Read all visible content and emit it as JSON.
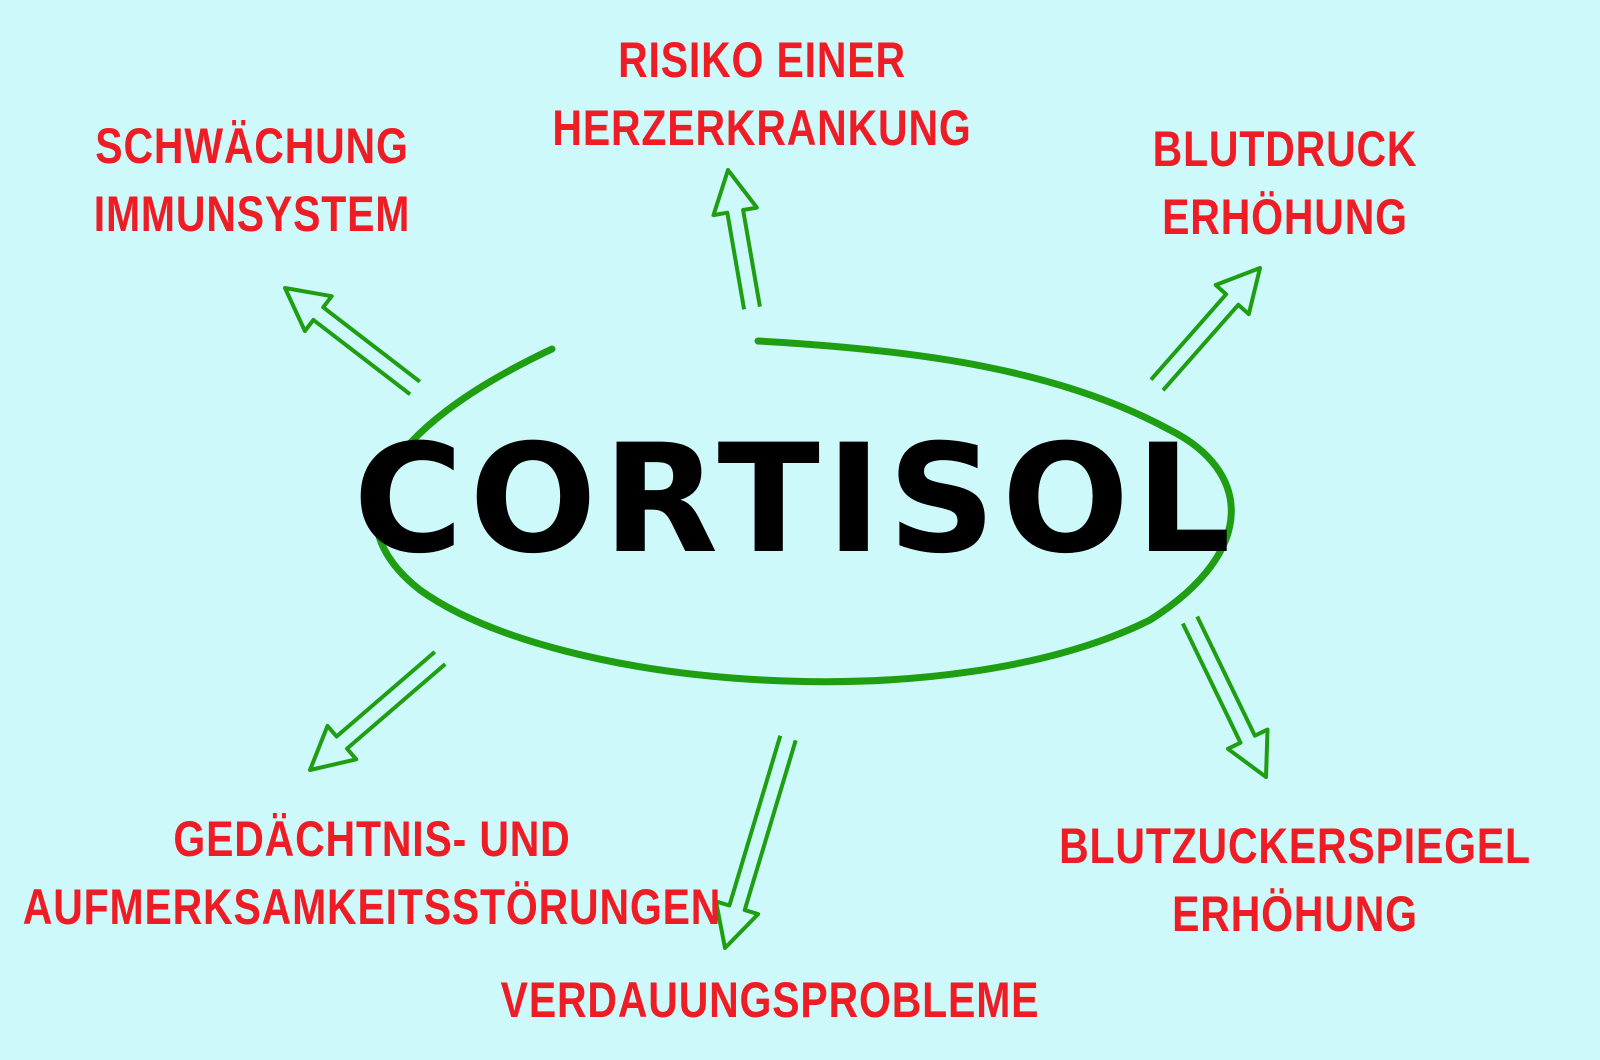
{
  "center_label": "CORTISOL",
  "effects": [
    {
      "lines": [
        "SCHWÄCHUNG",
        "IMMUNSYSTEM"
      ]
    },
    {
      "lines": [
        "RISIKO EINER",
        "HERZERKRANKUNG"
      ]
    },
    {
      "lines": [
        "BLUTDRUCK",
        "ERHÖHUNG"
      ]
    },
    {
      "lines": [
        "GEDÄCHTNIS- UND",
        "AUFMERKSAMKEITSSTÖRUNGEN"
      ]
    },
    {
      "lines": [
        "VERDAUUNGSPROBLEME"
      ]
    },
    {
      "lines": [
        "BLUTZUCKERSPIEGEL",
        "ERHÖHUNG"
      ]
    }
  ],
  "colors": {
    "background": "#cdf9fb",
    "text": "#ee1c24",
    "arrow": "#1f9e12",
    "center": "#000000"
  }
}
